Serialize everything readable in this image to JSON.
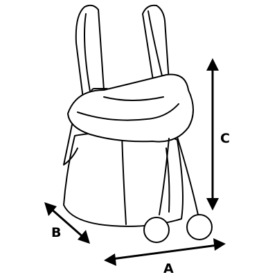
{
  "diagram": {
    "labels": {
      "a": "A",
      "b": "B",
      "c": "C"
    },
    "stroke_color": "#000000",
    "background_color": "#ffffff",
    "icons": [
      "drawstring-backpack-icon",
      "dimension-arrow-icon"
    ]
  }
}
